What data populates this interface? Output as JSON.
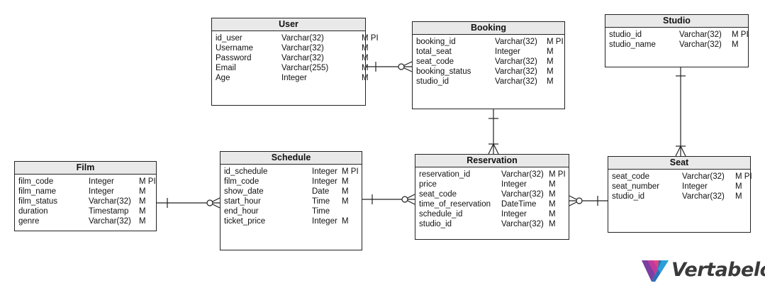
{
  "entities": [
    {
      "id": "user",
      "name": "User",
      "cols": [
        93,
        206
      ],
      "columns": [
        {
          "name": "id_user",
          "type": "Varchar(32)",
          "flags": "M PI"
        },
        {
          "name": "Username",
          "type": "Varchar(32)",
          "flags": "M"
        },
        {
          "name": "Password",
          "type": "Varchar(32)",
          "flags": "M"
        },
        {
          "name": "Email",
          "type": "Varchar(255)",
          "flags": "M"
        },
        {
          "name": "Age",
          "type": "Integer",
          "flags": "M"
        }
      ]
    },
    {
      "id": "booking",
      "name": "Booking",
      "cols": [
        111,
        184
      ],
      "columns": [
        {
          "name": "booking_id",
          "type": "Varchar(32)",
          "flags": "M PI"
        },
        {
          "name": "total_seat",
          "type": "Integer",
          "flags": "M"
        },
        {
          "name": "seat_code",
          "type": "Varchar(32)",
          "flags": "M"
        },
        {
          "name": "booking_status",
          "type": "Varchar(32)",
          "flags": "M"
        },
        {
          "name": "studio_id",
          "type": "Varchar(32)",
          "flags": "M"
        }
      ]
    },
    {
      "id": "studio",
      "name": "Studio",
      "cols": [
        99,
        173
      ],
      "columns": [
        {
          "name": "studio_id",
          "type": "Varchar(32)",
          "flags": "M PI"
        },
        {
          "name": "studio_name",
          "type": "Varchar(32)",
          "flags": "M"
        }
      ]
    },
    {
      "id": "film",
      "name": "Film",
      "cols": [
        99,
        170
      ],
      "columns": [
        {
          "name": "film_code",
          "type": "Integer",
          "flags": "M PI"
        },
        {
          "name": "film_name",
          "type": "Integer",
          "flags": "M"
        },
        {
          "name": "film_status",
          "type": "Varchar(32)",
          "flags": "M"
        },
        {
          "name": "duration",
          "type": "Timestamp",
          "flags": "M"
        },
        {
          "name": "genre",
          "type": "Varchar(32)",
          "flags": "M"
        }
      ]
    },
    {
      "id": "schedule",
      "name": "Schedule",
      "cols": [
        124,
        166
      ],
      "columns": [
        {
          "name": "id_schedule",
          "type": "Integer",
          "flags": "M PI"
        },
        {
          "name": "film_code",
          "type": "Integer",
          "flags": "M"
        },
        {
          "name": "show_date",
          "type": "Date",
          "flags": "M"
        },
        {
          "name": "start_hour",
          "type": "Time",
          "flags": "M"
        },
        {
          "name": "end_hour",
          "type": "Time",
          "flags": ""
        },
        {
          "name": "ticket_price",
          "type": "Integer",
          "flags": "M"
        }
      ]
    },
    {
      "id": "reservation",
      "name": "Reservation",
      "cols": [
        116,
        183
      ],
      "columns": [
        {
          "name": "reservation_id",
          "type": "Varchar(32)",
          "flags": "M PI"
        },
        {
          "name": "price",
          "type": "Integer",
          "flags": "M"
        },
        {
          "name": "seat_code",
          "type": "Varchar(32)",
          "flags": "M"
        },
        {
          "name": "time_of_reservation",
          "type": "DateTime",
          "flags": "M"
        },
        {
          "name": "schedule_id",
          "type": "Integer",
          "flags": "M"
        },
        {
          "name": "studio_id",
          "type": "Varchar(32)",
          "flags": "M"
        }
      ]
    },
    {
      "id": "seat",
      "name": "Seat",
      "cols": [
        99,
        174
      ],
      "columns": [
        {
          "name": "seat_code",
          "type": "Varchar(32)",
          "flags": "M PI"
        },
        {
          "name": "seat_number",
          "type": "Integer",
          "flags": "M"
        },
        {
          "name": "studio_id",
          "type": "Varchar(32)",
          "flags": "M"
        }
      ]
    }
  ],
  "brand": {
    "name": "Vertabelo"
  }
}
